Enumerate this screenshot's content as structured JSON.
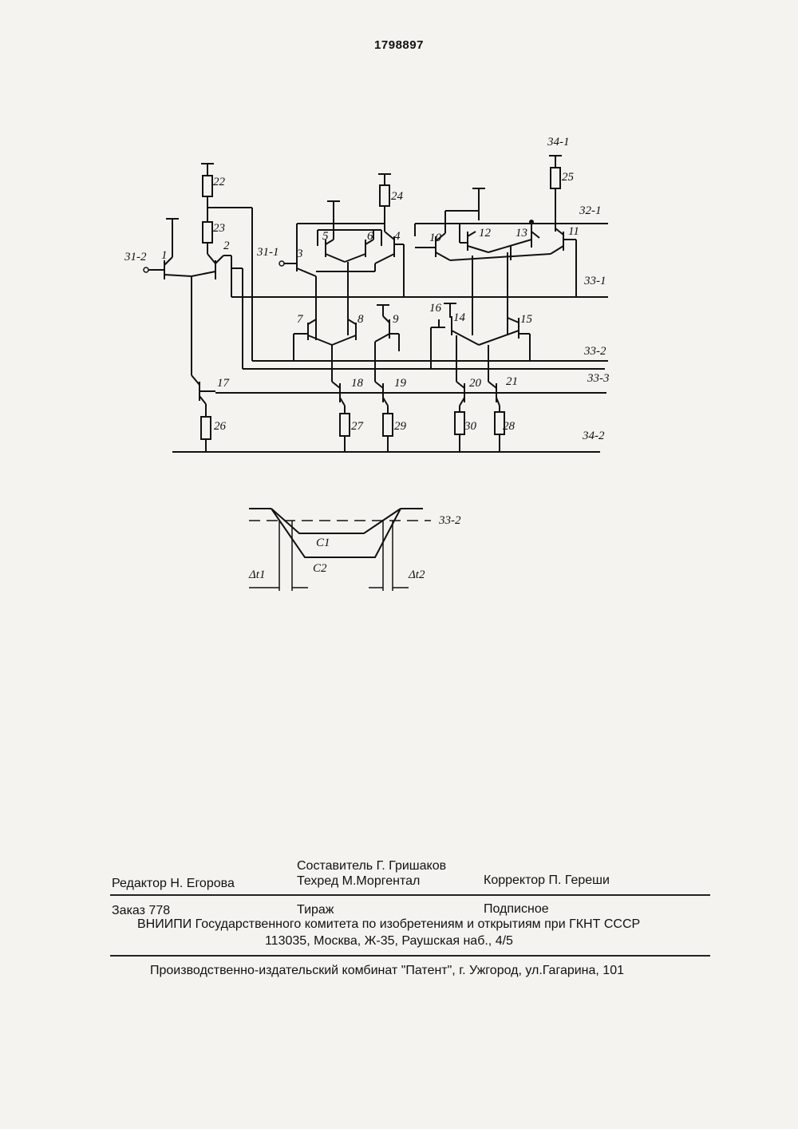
{
  "header": {
    "patent_number": "1798897"
  },
  "schematic": {
    "transistor_labels": [
      "1",
      "2",
      "3",
      "4",
      "5",
      "6",
      "7",
      "8",
      "9",
      "10",
      "11",
      "12",
      "13",
      "14",
      "15",
      "16",
      "17",
      "18",
      "19",
      "20",
      "21"
    ],
    "resistor_labels": [
      "22",
      "23",
      "24",
      "25",
      "26",
      "27",
      "28",
      "29",
      "30"
    ],
    "bus_labels": [
      "31-2",
      "31-1",
      "32-1",
      "33-1",
      "33-2",
      "33-3",
      "34-1",
      "34-2"
    ]
  },
  "waveform": {
    "labels": {
      "ref": "33-2",
      "c1": "C1",
      "c2": "C2",
      "dt1": "Δt1",
      "dt2": "Δt2"
    }
  },
  "colophon": {
    "editor": "Редактор Н. Егорова",
    "compiler": "Составитель Г. Гришаков",
    "techred": "Техред М.Моргентал",
    "corrector": "Корректор  П. Гереши",
    "order": "Заказ  778",
    "circulation": "Тираж",
    "subscription": "Подписное",
    "org": "ВНИИПИ Государственного комитета по изобретениям и открытиям при ГКНТ СССР",
    "address": "113035, Москва, Ж-35, Раушская наб., 4/5",
    "printer": "Производственно-издательский комбинат \"Патент\", г. Ужгород, ул.Гагарина, 101"
  }
}
